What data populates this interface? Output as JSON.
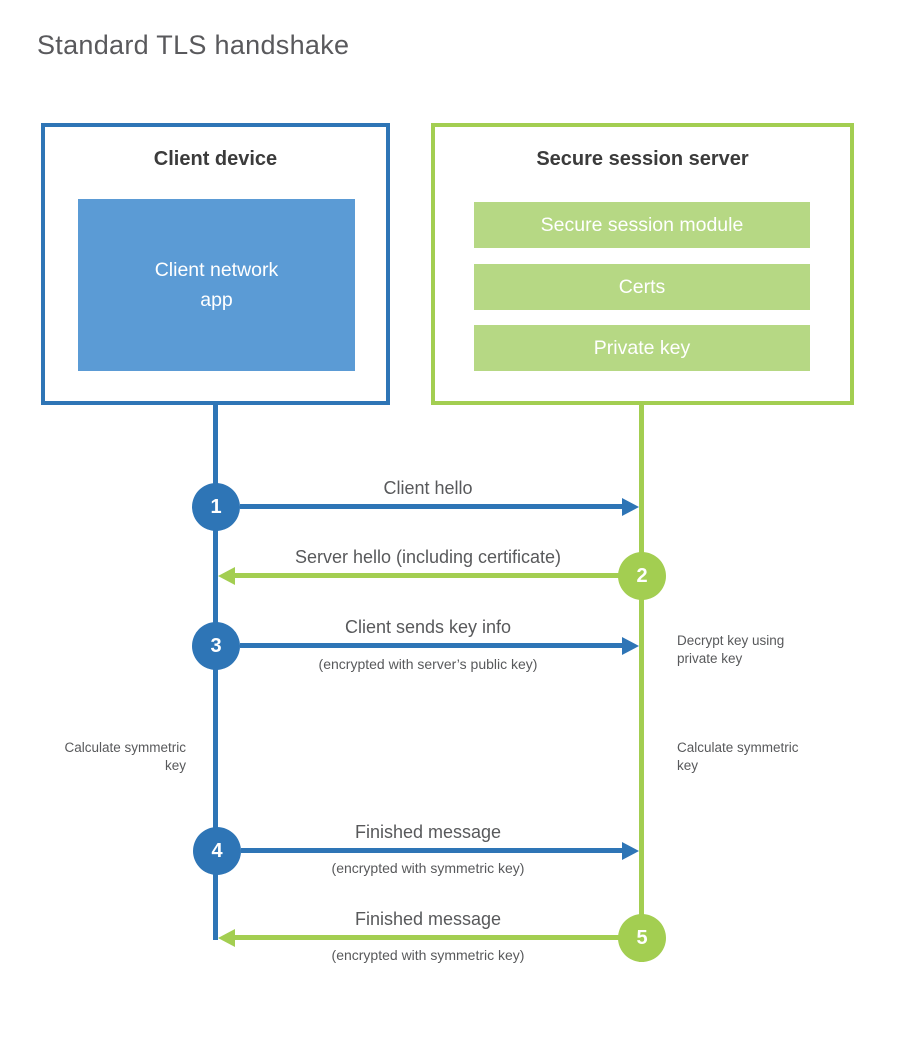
{
  "title": "Standard TLS handshake",
  "client": {
    "title": "Client device",
    "app_label": "Client network\napp"
  },
  "server": {
    "title": "Secure session server",
    "modules": [
      "Secure session module",
      "Certs",
      "Private key"
    ]
  },
  "steps": [
    {
      "num": "1",
      "label": "Client hello",
      "sub": "",
      "direction": "client-to-server"
    },
    {
      "num": "2",
      "label": "Server hello (including certificate)",
      "sub": "",
      "direction": "server-to-client"
    },
    {
      "num": "3",
      "label": "Client sends key info",
      "sub": "(encrypted with server’s public key)",
      "direction": "client-to-server"
    },
    {
      "num": "4",
      "label": "Finished message",
      "sub": "(encrypted with symmetric key)",
      "direction": "client-to-server"
    },
    {
      "num": "5",
      "label": "Finished message",
      "sub": "(encrypted with symmetric key)",
      "direction": "server-to-client"
    }
  ],
  "notes": {
    "decrypt": "Decrypt key using private key",
    "client_calculate": "Calculate symmetric key",
    "server_calculate": "Calculate symmetric key"
  },
  "colors": {
    "blue": "#2e75b6",
    "blue_fill": "#5b9bd5",
    "green": "#a3ce51",
    "green_fill": "#b6d884",
    "text_dark": "#3b3b3b",
    "text_gray": "#58595b"
  }
}
